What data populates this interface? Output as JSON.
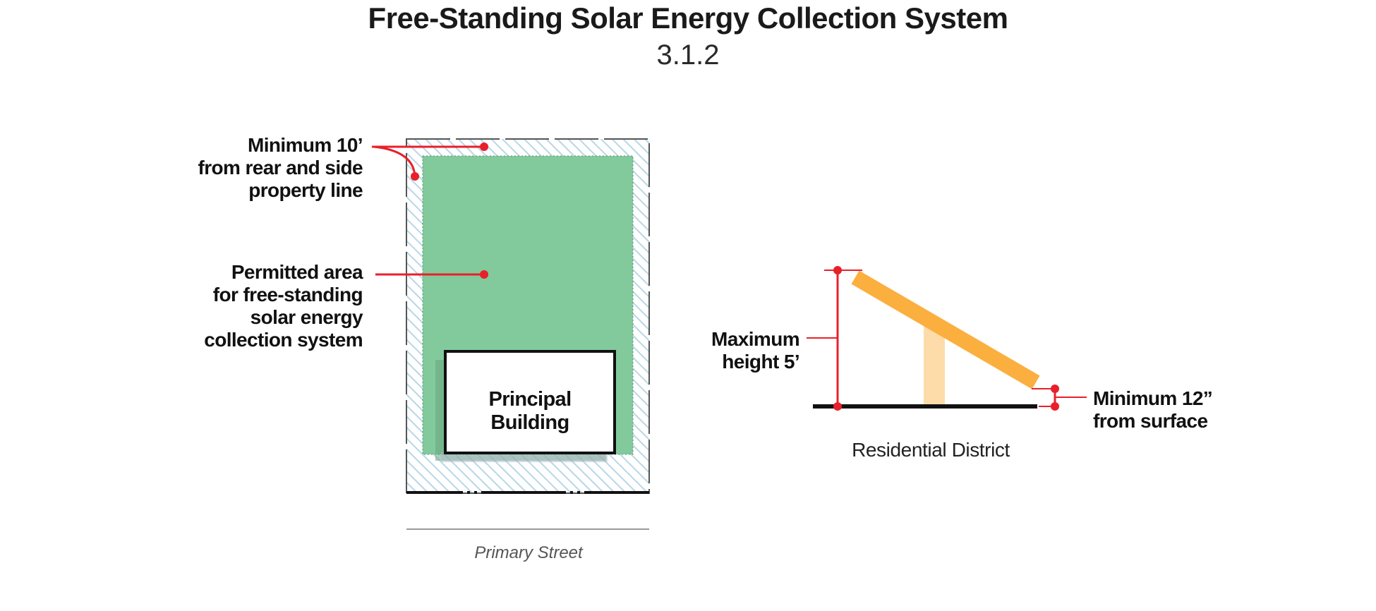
{
  "title": "Free-Standing Solar Energy Collection System",
  "subtitle": "3.1.2",
  "site_plan": {
    "setback_label_lines": [
      "Minimum 10’",
      "from rear and side",
      "property line"
    ],
    "permitted_area_label_lines": [
      "Permitted area",
      "for free-standing",
      "solar energy",
      "collection system"
    ],
    "building_label_lines": [
      "Principal",
      "Building"
    ],
    "street_label": "Primary Street"
  },
  "section": {
    "max_height_label_lines": [
      "Maximum",
      "height 5’"
    ],
    "clearance_label_lines": [
      "Minimum 12”",
      "from surface"
    ],
    "district_label": "Residential District"
  },
  "colors": {
    "permitted_area": "#82ca9c",
    "setback_hatch": "#b8d7e6",
    "callout": "#e8202a",
    "solar_panel": "#fbaf3f",
    "panel_support": "#fddcaa",
    "ground_line": "#111111",
    "street_line": "#9a9a9a"
  }
}
